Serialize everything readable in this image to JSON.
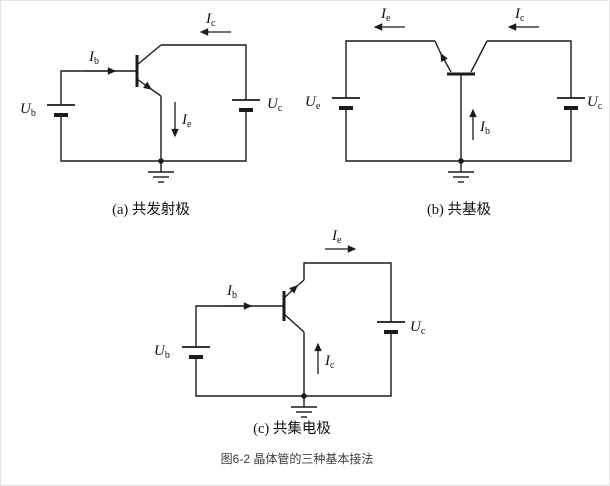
{
  "figure": {
    "caption": "图6-2  晶体管的三种基本接法",
    "ink_color": "#1a1a1a",
    "background_color": "#ffffff"
  },
  "circuits": {
    "a": {
      "caption": "(a) 共发射极",
      "labels": {
        "ib": {
          "main": "I",
          "sub": "b"
        },
        "ic": {
          "main": "I",
          "sub": "c"
        },
        "ie": {
          "main": "I",
          "sub": "e"
        },
        "ub": {
          "main": "U",
          "sub": "b"
        },
        "uc": {
          "main": "U",
          "sub": "c"
        }
      }
    },
    "b": {
      "caption": "(b) 共基极",
      "labels": {
        "ie": {
          "main": "I",
          "sub": "e"
        },
        "ic": {
          "main": "I",
          "sub": "c"
        },
        "ib": {
          "main": "I",
          "sub": "b"
        },
        "ue": {
          "main": "U",
          "sub": "e"
        },
        "uc": {
          "main": "U",
          "sub": "c"
        }
      }
    },
    "c": {
      "caption": "(c) 共集电极",
      "labels": {
        "ib": {
          "main": "I",
          "sub": "b"
        },
        "ie": {
          "main": "I",
          "sub": "e"
        },
        "ic": {
          "main": "I",
          "sub": "c"
        },
        "ub": {
          "main": "U",
          "sub": "b"
        },
        "uc": {
          "main": "U",
          "sub": "c"
        }
      }
    }
  }
}
